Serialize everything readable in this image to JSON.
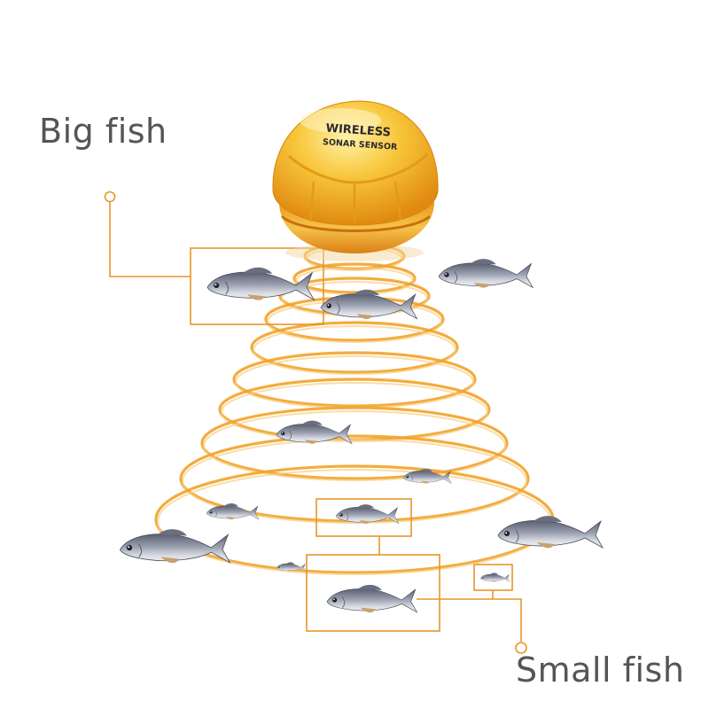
{
  "labels": {
    "big": "Big fish",
    "small": "Small fish"
  },
  "sensor": {
    "line1": "WIRELESS",
    "line2": "SONAR SENSOR"
  },
  "colors": {
    "sensor_body": "#f6b21c",
    "sensor_highlight": "#ffe27a",
    "sonar_ring": "#f2a32a",
    "callout_line": "#e8962a",
    "label_text": "#555555"
  }
}
